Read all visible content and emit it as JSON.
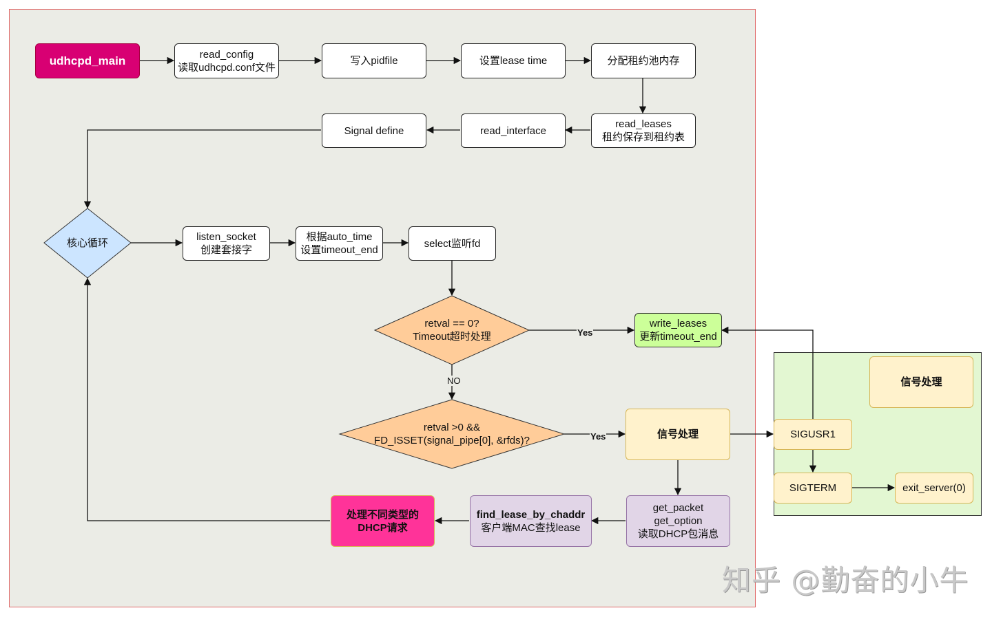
{
  "nodes": {
    "udhcpd_main": "udhcpd_main",
    "read_config": [
      "read_config",
      "读取udhcpd.conf文件"
    ],
    "write_pidfile": "写入pidfile",
    "set_lease_time": "设置lease time",
    "alloc_pool": "分配租约池内存",
    "read_leases": [
      "read_leases",
      "租约保存到租约表"
    ],
    "read_interface": "read_interface",
    "signal_define": "Signal define",
    "core_loop": "核心循环",
    "listen_socket": [
      "listen_socket",
      "创建套接字"
    ],
    "auto_time": [
      "根据auto_time",
      "设置timeout_end"
    ],
    "select_fd": "select监听fd",
    "retval_zero": [
      "retval == 0?",
      "Timeout超时处理"
    ],
    "write_leases": [
      "write_leases",
      "更新timeout_end"
    ],
    "retval_pos": [
      "retval >0 &&",
      "FD_ISSET(signal_pipe[0], &rfds)?"
    ],
    "signal_handle": "信号处理",
    "get_packet": [
      "get_packet",
      "get_option",
      "读取DHCP包消息"
    ],
    "find_lease": [
      "find_lease_by_chaddr",
      "客户端MAC查找lease"
    ],
    "handle_dhcp": [
      "处理不同类型的",
      "DHCP请求"
    ],
    "signal_title": "信号处理",
    "sigusr1": "SIGUSR1",
    "sigterm": "SIGTERM",
    "exit_server": "exit_server(0)"
  },
  "edge_labels": {
    "yes1": "Yes",
    "no1": "NO",
    "yes2": "Yes"
  },
  "watermark": "知乎 @勤奋的小牛",
  "colors": {
    "start": "#d80073",
    "decision_orange": "#ffcc99",
    "decision_blue": "#cce5ff",
    "peach": "#fff2cc",
    "purple": "#e1d5e7",
    "green": "#ccff99",
    "hotpink": "#ff3399",
    "main_bg": "#ebece6",
    "signal_bg": "#e3f7d2"
  }
}
